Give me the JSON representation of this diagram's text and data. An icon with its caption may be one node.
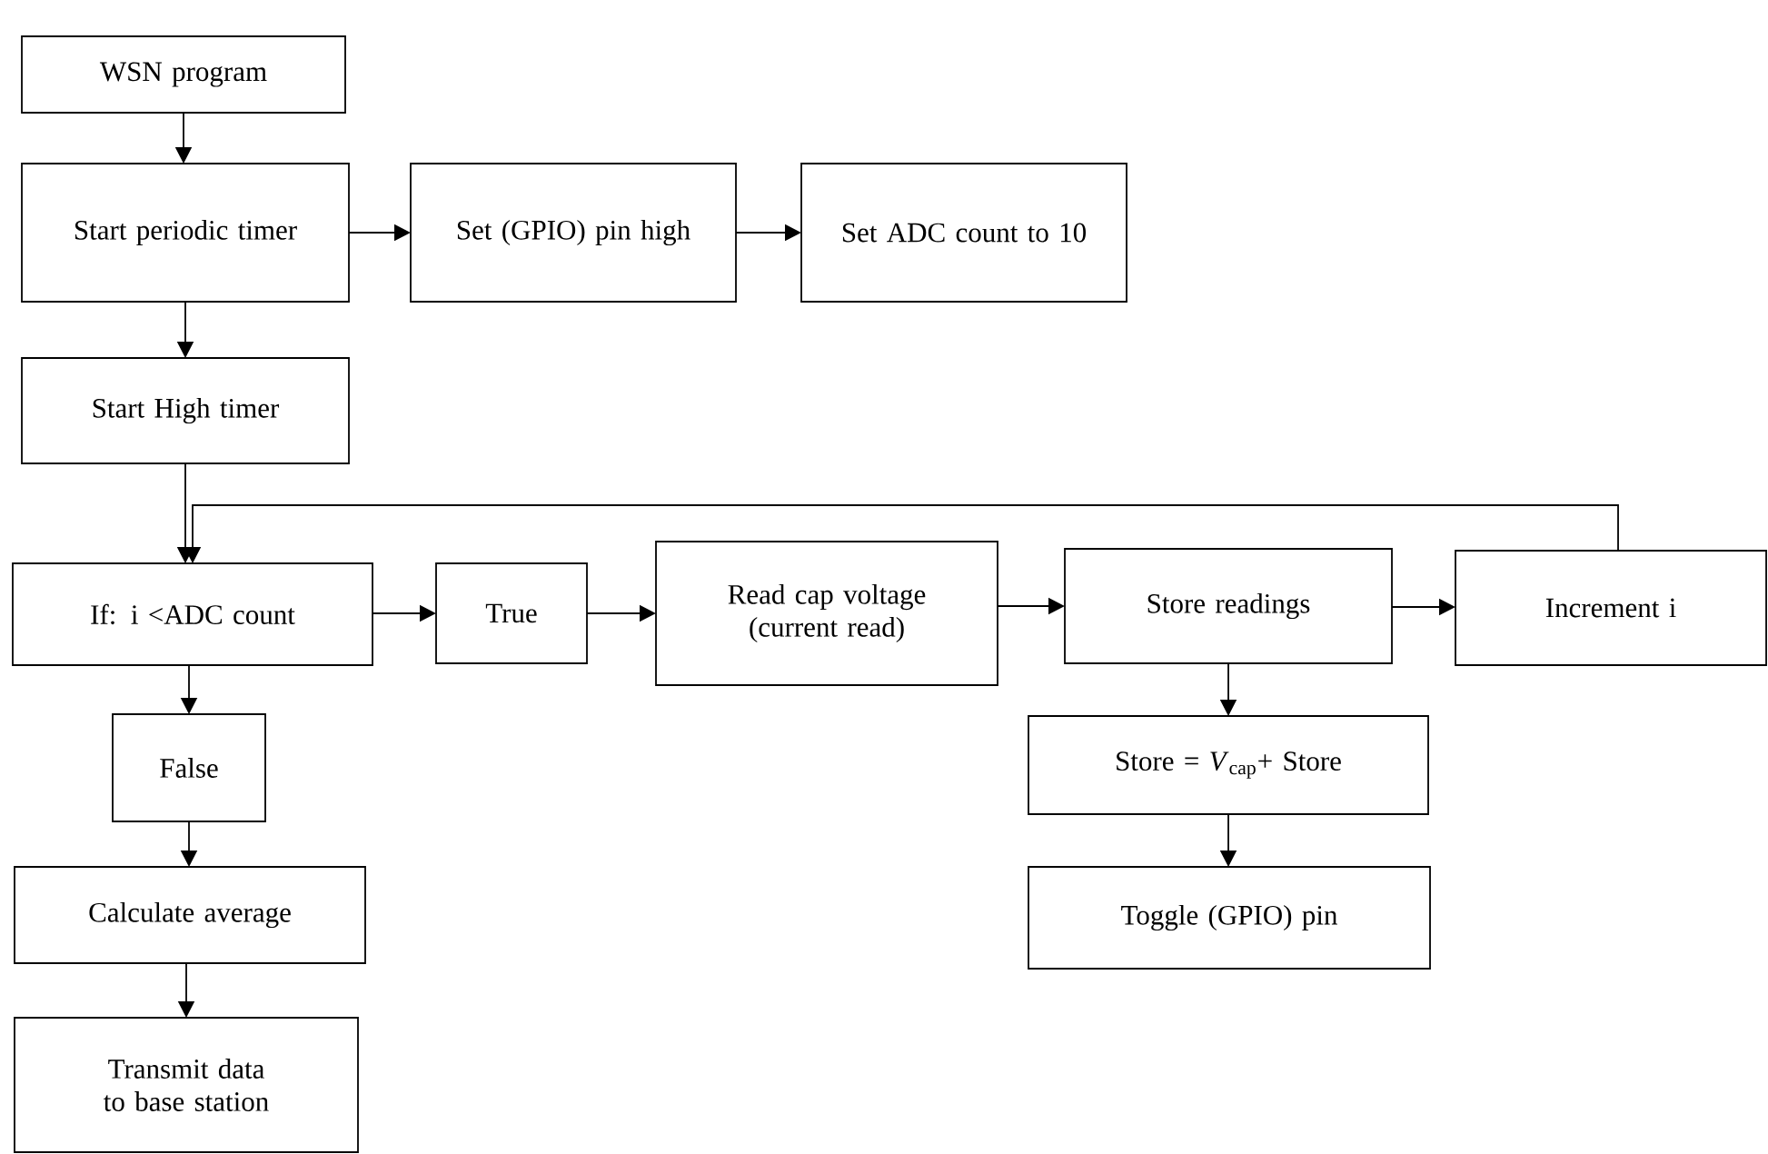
{
  "diagram": {
    "nodes": [
      {
        "text": [
          "WSN program"
        ]
      },
      {
        "text": [
          "Start periodic timer"
        ]
      },
      {
        "text": [
          "Set (GPIO) pin high"
        ]
      },
      {
        "text": [
          "Set ADC count to 10"
        ]
      },
      {
        "text": [
          "Start High timer"
        ]
      },
      {
        "text": [
          "If: i <ADC count"
        ]
      },
      {
        "text": [
          "True"
        ]
      },
      {
        "text": [
          "Read cap voltage (current read)"
        ]
      },
      {
        "text": [
          "Store readings"
        ]
      },
      {
        "text": [
          "Increment i"
        ]
      },
      {
        "text": [
          "False"
        ]
      },
      {
        "text": [
          "Store = *V*$_{cap}$+ Store"
        ]
      },
      {
        "text": [
          "Toggle (GPIO) pin"
        ]
      },
      {
        "text": [
          "Calculate average"
        ]
      },
      {
        "text": [
          "Transmit data to base station"
        ]
      }
    ],
    "edges": [
      {
        "from": 0,
        "to": 1,
        "arrow": "to"
      },
      {
        "from": 1,
        "to": 2,
        "arrow": "to"
      },
      {
        "from": 2,
        "to": 3,
        "arrow": "to"
      },
      {
        "from": 1,
        "to": 4,
        "arrow": "to"
      },
      {
        "from": 4,
        "to": 5,
        "arrow": "to"
      },
      {
        "from": 5,
        "to": 6,
        "arrow": "to"
      },
      {
        "from": 6,
        "to": 7,
        "arrow": "to"
      },
      {
        "from": 7,
        "to": 8,
        "arrow": "to"
      },
      {
        "from": 8,
        "to": 9,
        "arrow": "to"
      },
      {
        "from": 9,
        "to": 5,
        "arrow": "to"
      },
      {
        "from": 8,
        "to": 11,
        "arrow": "to"
      },
      {
        "from": 11,
        "to": 12,
        "arrow": "to"
      },
      {
        "from": 5,
        "to": 10,
        "arrow": "to"
      },
      {
        "from": 10,
        "to": 13,
        "arrow": "to"
      },
      {
        "from": 13,
        "to": 14,
        "arrow": "to"
      }
    ]
  }
}
